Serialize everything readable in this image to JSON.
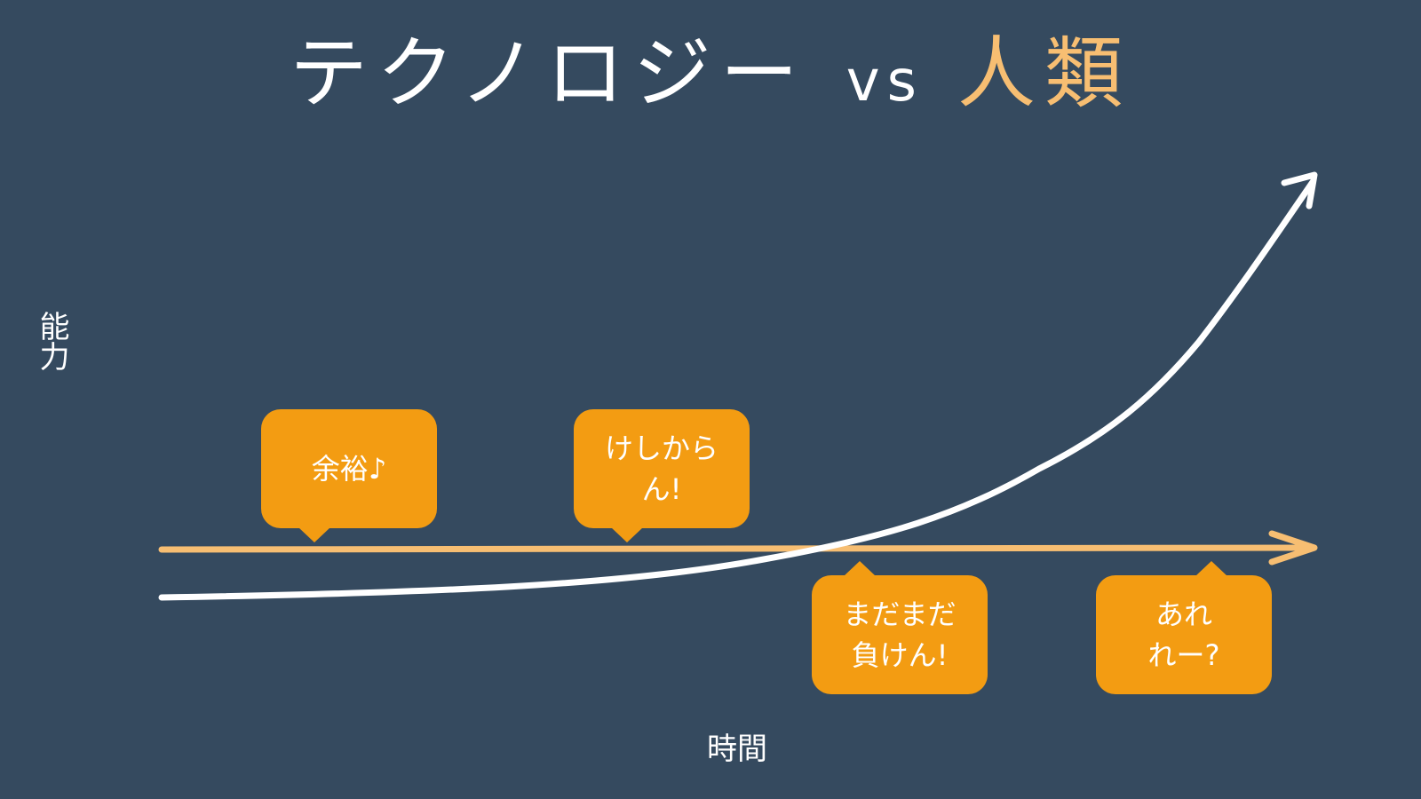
{
  "title": {
    "part1": "テクノロジー",
    "part2": "vs",
    "part3": "人類"
  },
  "axes": {
    "y_label": "能力",
    "x_label": "時間"
  },
  "lines": [
    {
      "id": "technology",
      "shape": "exponential-curve",
      "color": "#ffffff"
    },
    {
      "id": "humanity",
      "shape": "flat-line",
      "color": "#F7BE72"
    }
  ],
  "bubbles": [
    {
      "id": "yoyuu",
      "text": "余裕♪"
    },
    {
      "id": "keshikaran",
      "text": "けしから\nん!"
    },
    {
      "id": "madamada",
      "text": "まだまだ\n負けん!"
    },
    {
      "id": "areree",
      "text": "あれ\nれー?"
    }
  ],
  "colors": {
    "background": "#354A5F",
    "bubble": "#F39C12",
    "accent": "#F7BE72",
    "text": "#ffffff"
  }
}
